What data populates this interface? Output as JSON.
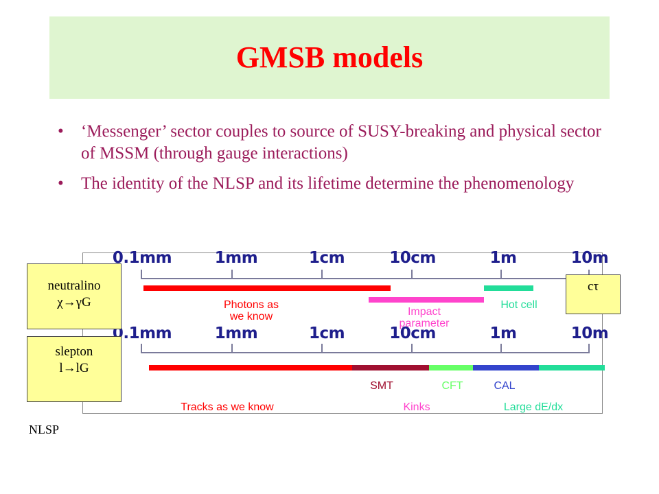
{
  "slide": {
    "title": "GMSB models",
    "bullets": [
      "‘Messenger’ sector couples to source of SUSY-breaking and physical sector of MSSM (through gauge interactions)",
      "The identity of the NLSP and its lifetime determine the phenomenology"
    ],
    "bullet_marker": "•"
  },
  "diagram": {
    "scale_labels": [
      "0.1mm",
      "1mm",
      "1cm",
      "10cm",
      "1m",
      "10m"
    ],
    "neutralino_box": {
      "line1": "neutralino",
      "line2": "χ→γG"
    },
    "slepton_box": {
      "line1": "slepton",
      "line2": "l→lG"
    },
    "ctau_box": "cτ",
    "nlsp_label": "NLSP",
    "neutralino_labels": {
      "photons": [
        "Photons as",
        "we know"
      ],
      "impact": [
        "Impact",
        "parameter"
      ],
      "hotcell": "Hot cell"
    },
    "slepton_labels": {
      "smt": "SMT",
      "cft": "CFT",
      "cal": "CAL",
      "tracks": "Tracks as we know",
      "kinks": "Kinks",
      "dedx": "Large dE/dx"
    },
    "colors": {
      "title": "#ff0000",
      "bullet_text": "#9b1b5a",
      "red": "#ff0000",
      "magenta": "#ff44cc",
      "teal": "#22dd99",
      "darkred": "#a01030",
      "lightgreen": "#66ff66",
      "blue": "#3344cc",
      "scale": "#1e1e8c",
      "box_fill": "#ffff99"
    }
  }
}
